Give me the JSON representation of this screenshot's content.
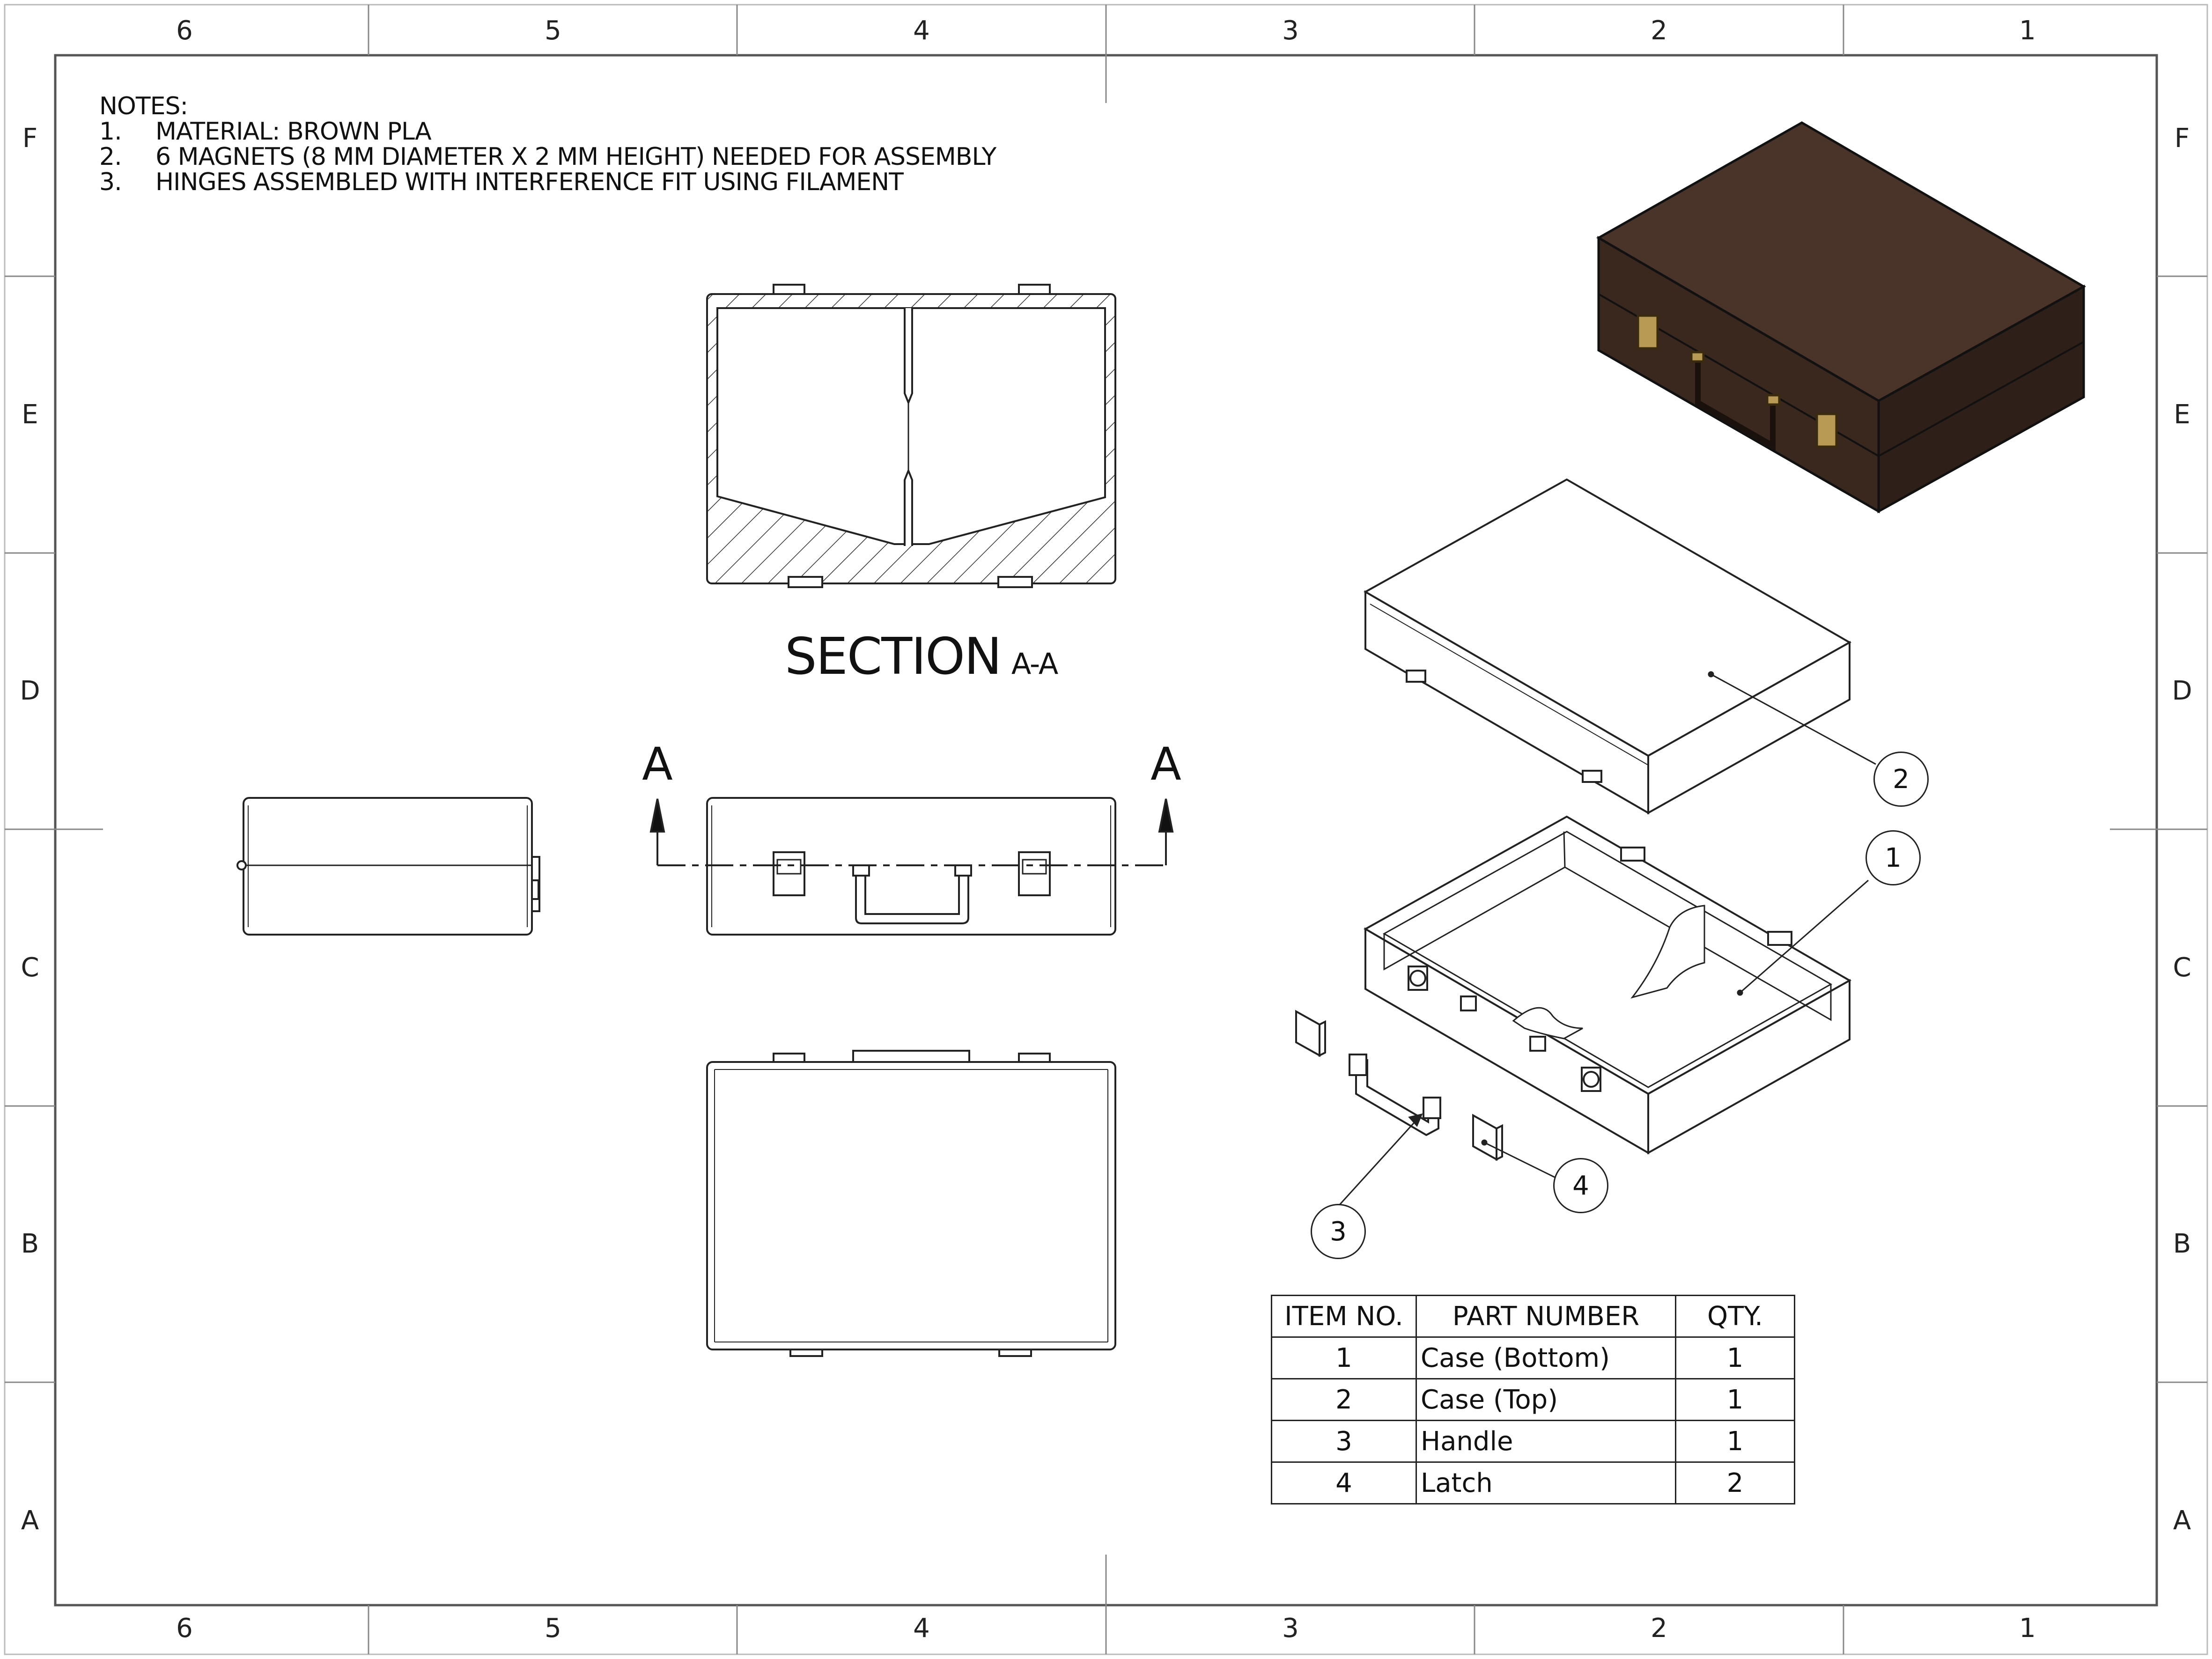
{
  "border_zones": {
    "columns": [
      "6",
      "5",
      "4",
      "3",
      "2",
      "1"
    ],
    "rows": [
      "F",
      "E",
      "D",
      "C",
      "B",
      "A"
    ]
  },
  "notes": {
    "heading": "NOTES:",
    "items": [
      {
        "num": "1.",
        "text": "MATERIAL: BROWN PLA"
      },
      {
        "num": "2.",
        "text": "6 MAGNETS  (8 MM DIAMETER X 2 MM HEIGHT) NEEDED FOR ASSEMBLY"
      },
      {
        "num": "3.",
        "text": "HINGES ASSEMBLED WITH INTERFERENCE FIT USING FILAMENT"
      }
    ]
  },
  "section_view": {
    "title": "SECTION",
    "label": "A-A",
    "cut_letter": "A"
  },
  "callouts": [
    "1",
    "2",
    "3",
    "4"
  ],
  "bom": {
    "headers": [
      "ITEM NO.",
      "PART NUMBER",
      "QTY."
    ],
    "rows": [
      {
        "item": "1",
        "part": "Case (Bottom)",
        "qty": "1"
      },
      {
        "item": "2",
        "part": "Case (Top)",
        "qty": "1"
      },
      {
        "item": "3",
        "part": "Handle",
        "qty": "1"
      },
      {
        "item": "4",
        "part": "Latch",
        "qty": "2"
      }
    ]
  },
  "colors": {
    "line": "#222222",
    "case_brown": "#4a3328",
    "case_brown_dark": "#2e1f18",
    "latch_brass": "#b89a55"
  }
}
